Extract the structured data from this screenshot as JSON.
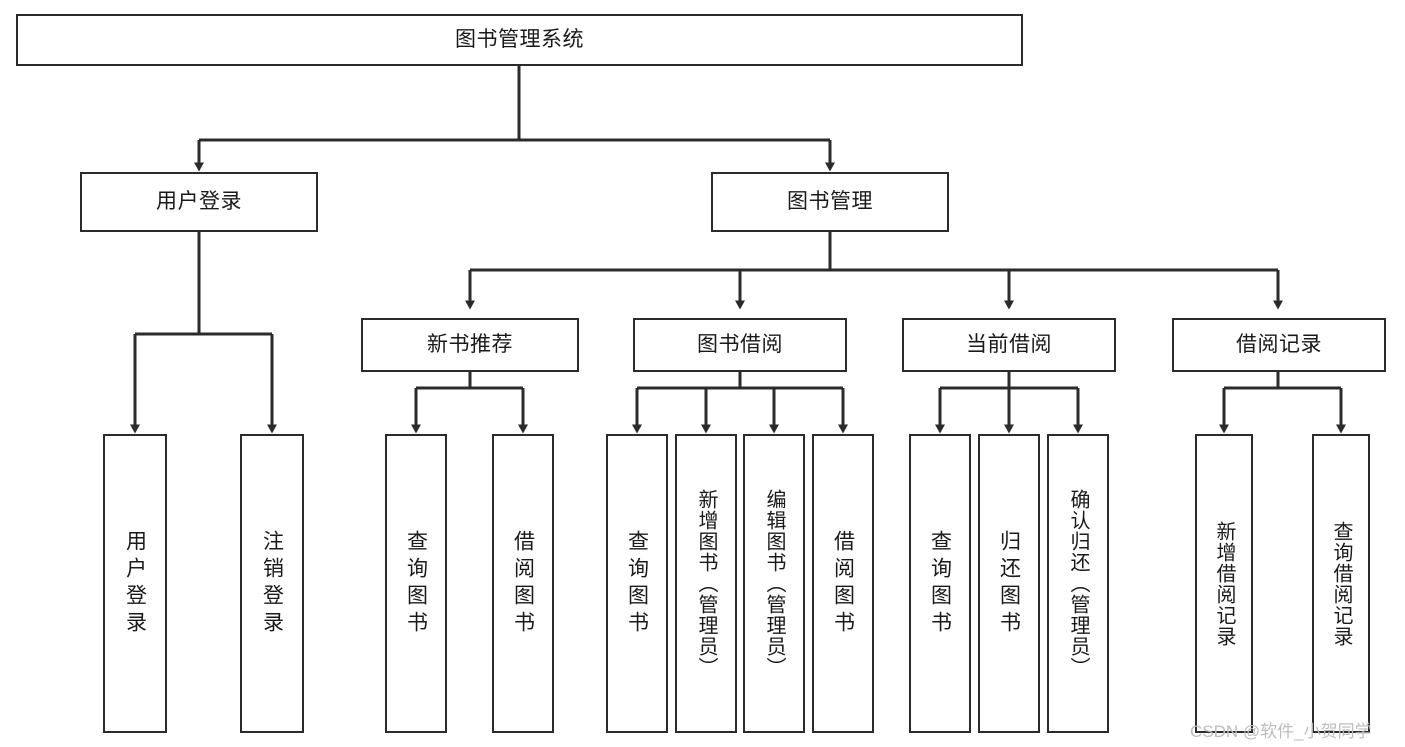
{
  "diagram": {
    "title": "图书管理系统",
    "type": "tree-hierarchy-flowchart",
    "colors": {
      "node_border": "#2b2b2b",
      "node_fill": "#ffffff",
      "edge": "#2b2b2b",
      "text": "#1a1a1a",
      "watermark": "#bdbdbd",
      "background": "#ffffff"
    },
    "root": {
      "label": "图书管理系统"
    },
    "level2": [
      {
        "label": "用户登录"
      },
      {
        "label": "图书管理"
      }
    ],
    "level3": [
      {
        "label": "新书推荐"
      },
      {
        "label": "图书借阅"
      },
      {
        "label": "当前借阅"
      },
      {
        "label": "借阅记录"
      }
    ],
    "leaves": {
      "user_login": [
        {
          "label": "用户登录"
        },
        {
          "label": "注销登录"
        }
      ],
      "new_book_recommend": [
        {
          "label": "查询图书"
        },
        {
          "label": "借阅图书"
        }
      ],
      "book_borrow": [
        {
          "label": "查询图书"
        },
        {
          "label": "新增图书（管理员）"
        },
        {
          "label": "编辑图书（管理员）"
        },
        {
          "label": "借阅图书"
        }
      ],
      "current_borrow": [
        {
          "label": "查询图书"
        },
        {
          "label": "归还图书"
        },
        {
          "label": "确认归还（管理员）"
        }
      ],
      "borrow_record": [
        {
          "label": "新增借阅记录"
        },
        {
          "label": "查询借阅记录"
        }
      ]
    },
    "watermark": "CSDN @软件_小贺同学"
  }
}
